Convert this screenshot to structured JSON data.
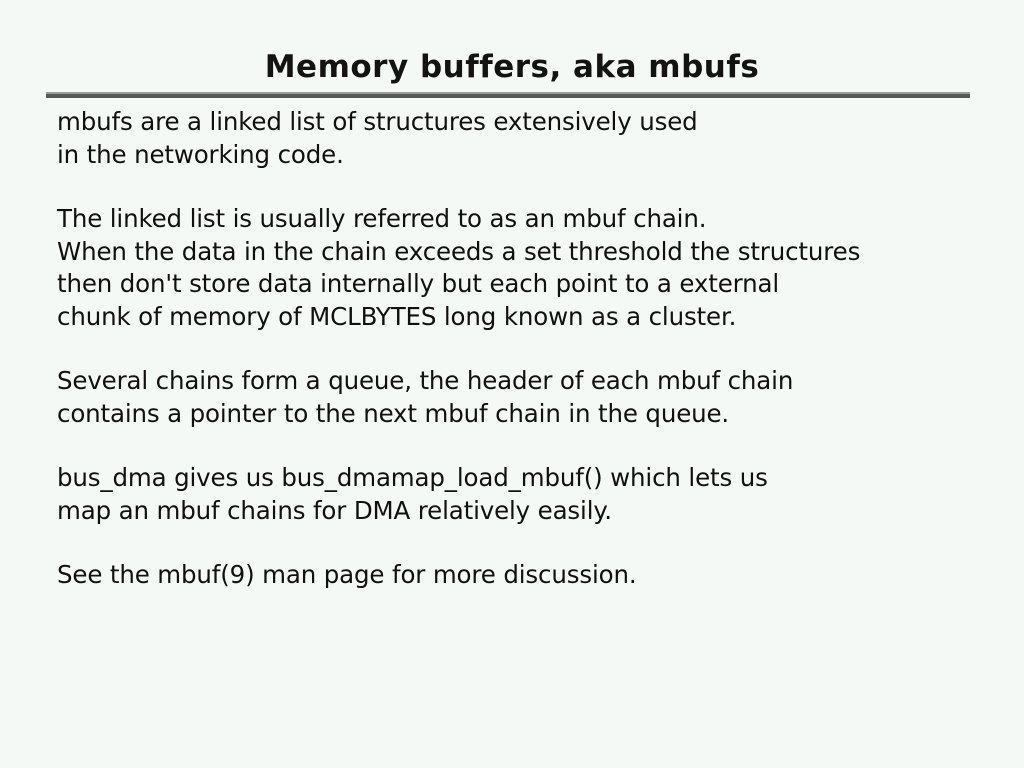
{
  "slide": {
    "title": "Memory buffers, aka mbufs",
    "background_color": "#f5f9f5",
    "text_color": "#101010",
    "rule_color_top": "#9b9b9b",
    "rule_color_bottom": "#555a55",
    "paragraphs": [
      {
        "lines": [
          "mbufs are a linked list of structures extensively used",
          "in the networking code."
        ]
      },
      {
        "lines": [
          "The linked list is usually referred to as an mbuf chain.",
          "When the data in the chain exceeds a set threshold the structures",
          "then don't store data internally but each point to a external",
          "chunk of memory of MCLBYTES long known as a cluster."
        ]
      },
      {
        "lines": [
          "Several chains form a queue, the header of each mbuf chain",
          "contains a pointer to the next mbuf chain in the queue."
        ]
      },
      {
        "lines": [
          "bus_dma gives us bus_dmamap_load_mbuf() which lets us",
          "map an mbuf chains for DMA relatively easily."
        ]
      },
      {
        "lines": [
          "See the mbuf(9) man page for more discussion."
        ]
      }
    ]
  }
}
